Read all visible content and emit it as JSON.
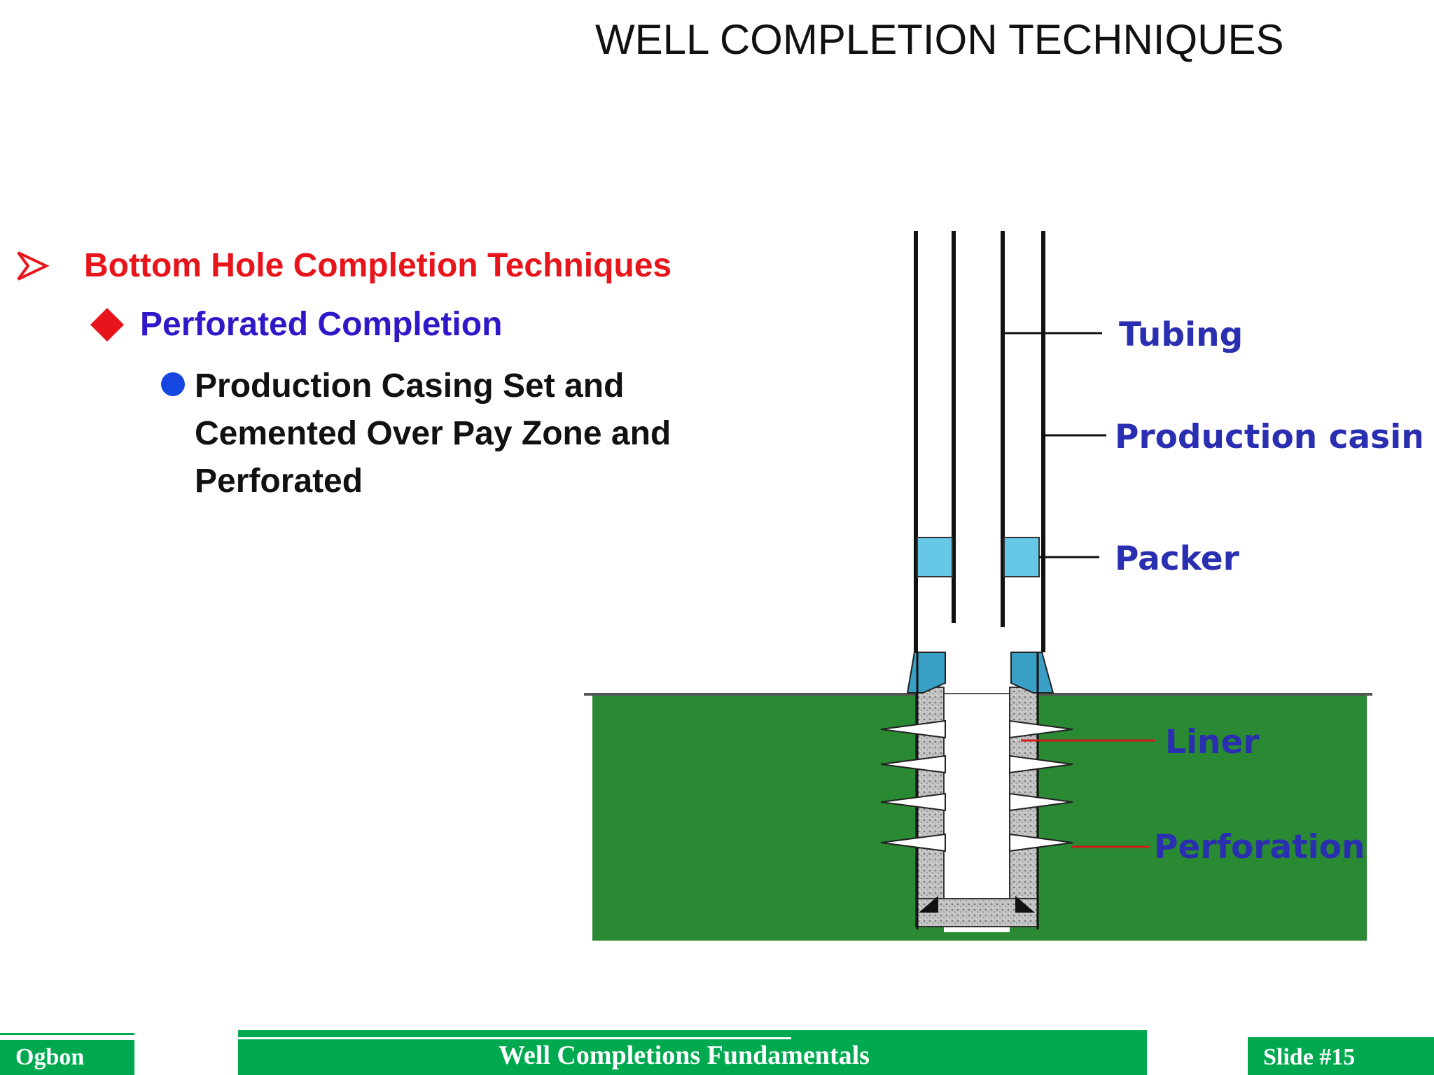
{
  "slide": {
    "title": "WELL COMPLETION TECHNIQUES",
    "bullets": {
      "level1": "Bottom Hole Completion Techniques",
      "level2": "Perforated Completion",
      "level3": "Production Casing Set and Cemented Over Pay Zone and Perforated"
    }
  },
  "diagram": {
    "labels": {
      "tubing": "Tubing",
      "production_casing": "Production casing",
      "packer": "Packer",
      "liner": "Liner",
      "perforation": "Perforation"
    },
    "colors": {
      "formation": "#2a8a33",
      "packer": "#66c8e6",
      "label": "#2a2eb0",
      "leader_red": "#d11a1a"
    }
  },
  "footer": {
    "author": "Ogbon",
    "course": "Well Completions Fundamentals",
    "slide_number": "Slide #15"
  },
  "icons": [
    "arrowhead-bullet-icon",
    "diamond-bullet-icon",
    "dot-bullet-icon"
  ]
}
